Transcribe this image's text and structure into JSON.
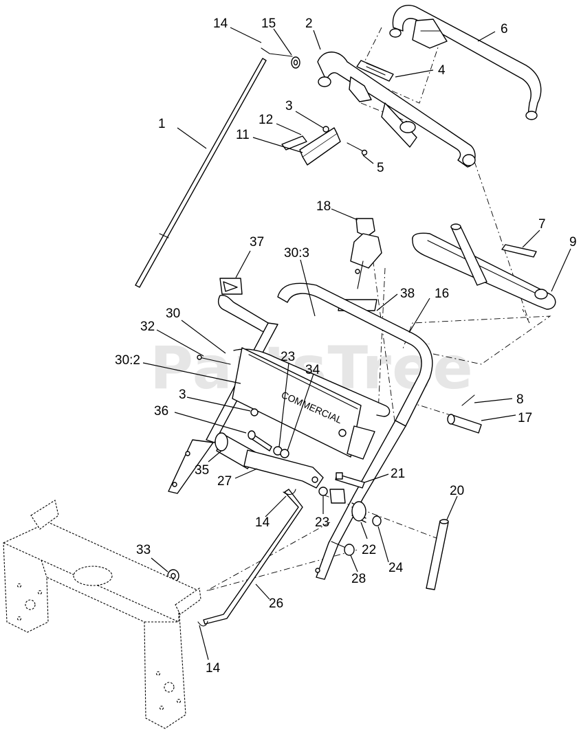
{
  "watermark": {
    "text": "PartsTree",
    "trademark": "™"
  },
  "decal_text": "COMMERCIAL",
  "callouts": {
    "c1": "1",
    "c2": "2",
    "c3a": "3",
    "c3b": "3",
    "c4": "4",
    "c5": "5",
    "c6": "6",
    "c7": "7",
    "c8": "8",
    "c9": "9",
    "c11": "11",
    "c12": "12",
    "c14a": "14",
    "c14b": "14",
    "c14c": "14",
    "c15": "15",
    "c16": "16",
    "c17": "17",
    "c18": "18",
    "c20": "20",
    "c21": "21",
    "c22": "22",
    "c23a": "23",
    "c23b": "23",
    "c24": "24",
    "c26": "26",
    "c27": "27",
    "c28": "28",
    "c30": "30",
    "c30_2": "30:2",
    "c30_3": "30:3",
    "c32": "32",
    "c33": "33",
    "c34": "34",
    "c35": "35",
    "c36": "36",
    "c37": "37",
    "c38": "38"
  }
}
